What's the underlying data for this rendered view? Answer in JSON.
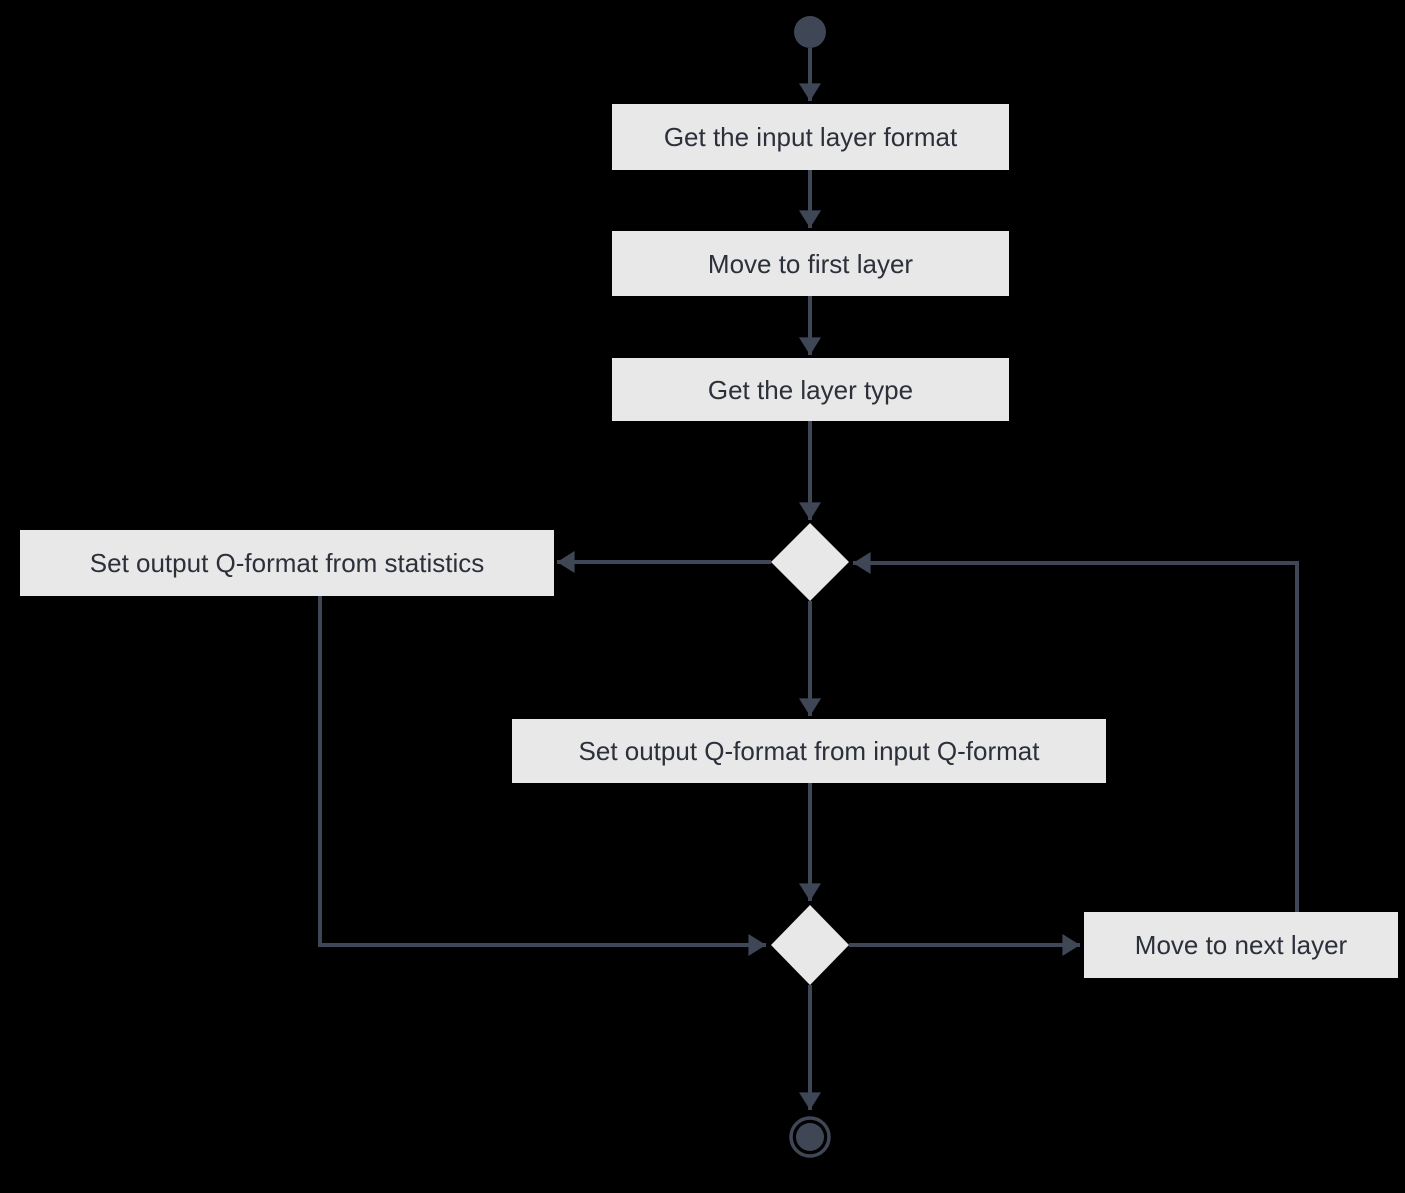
{
  "diagram": {
    "type": "flowchart-activity-diagram",
    "colors": {
      "background": "#000000",
      "node_fill": "#e8e8e8",
      "line": "#3f4655",
      "text": "#2b303a"
    },
    "nodes": {
      "start": {
        "kind": "initial"
      },
      "get_input_format": {
        "label": "Get the input layer format"
      },
      "move_first_layer": {
        "label": "Move to first layer"
      },
      "get_layer_type": {
        "label": "Get the layer type"
      },
      "decision_1": {
        "kind": "decision"
      },
      "set_q_from_statistics": {
        "label": "Set output Q-format from statistics"
      },
      "set_q_from_input": {
        "label": "Set output Q-format from input Q-format"
      },
      "decision_2": {
        "kind": "decision"
      },
      "move_next_layer": {
        "label": "Move to next layer"
      },
      "end": {
        "kind": "final"
      }
    },
    "edges": [
      {
        "from": "start",
        "to": "get_input_format"
      },
      {
        "from": "get_input_format",
        "to": "move_first_layer"
      },
      {
        "from": "move_first_layer",
        "to": "get_layer_type"
      },
      {
        "from": "get_layer_type",
        "to": "decision_1"
      },
      {
        "from": "decision_1",
        "to": "set_q_from_statistics"
      },
      {
        "from": "decision_1",
        "to": "set_q_from_input"
      },
      {
        "from": "set_q_from_statistics",
        "to": "decision_2"
      },
      {
        "from": "set_q_from_input",
        "to": "decision_2"
      },
      {
        "from": "decision_2",
        "to": "move_next_layer"
      },
      {
        "from": "move_next_layer",
        "to": "decision_1"
      },
      {
        "from": "decision_2",
        "to": "end"
      }
    ]
  }
}
